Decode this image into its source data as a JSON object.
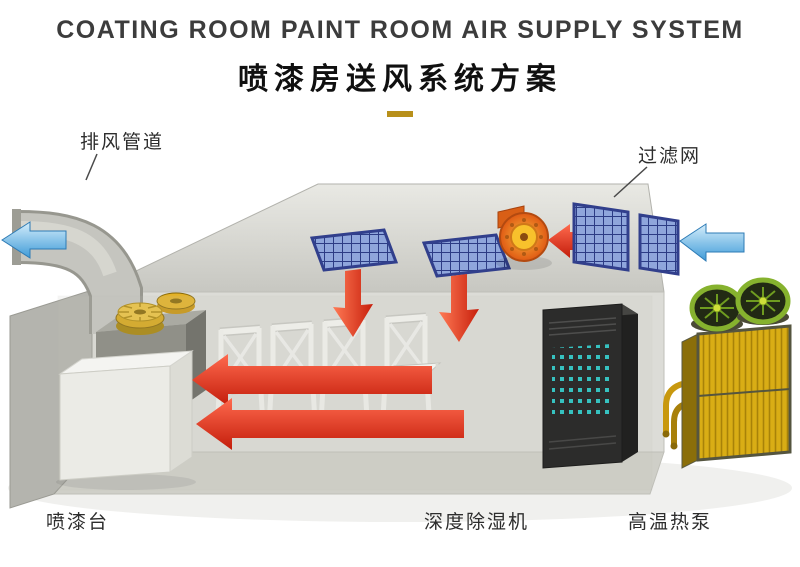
{
  "header": {
    "title_en": "COATING ROOM PAINT ROOM AIR SUPPLY SYSTEM",
    "title_zh": "喷漆房送风系统方案"
  },
  "labels": {
    "exhaust_duct": "排风管道",
    "filter_screen": "过滤网",
    "paint_table": "喷漆台",
    "dehumidifier": "深度除湿机",
    "heat_pump": "高温热泵"
  },
  "colors": {
    "accent_gold": "#b8901a",
    "supply_air_red": "#d8260f",
    "fresh_air_blue": "#54a8dd",
    "filter_panel_blue": "#3d4fa0",
    "heat_pump_yellow": "#d9ad15",
    "fan_green": "#8cc63f",
    "title_text": "#3c3c3c"
  },
  "scene": {
    "components": [
      "exhaust-duct",
      "roof-plenum",
      "ceiling-filter-panels",
      "supply-blower-fan",
      "intake-filter-panels",
      "paint-spray-booth",
      "work-table",
      "chairs",
      "deep-dehumidifier-cabinet",
      "high-temp-heat-pump",
      "supply-air-arrows-red",
      "fresh-air-arrows-blue"
    ]
  }
}
